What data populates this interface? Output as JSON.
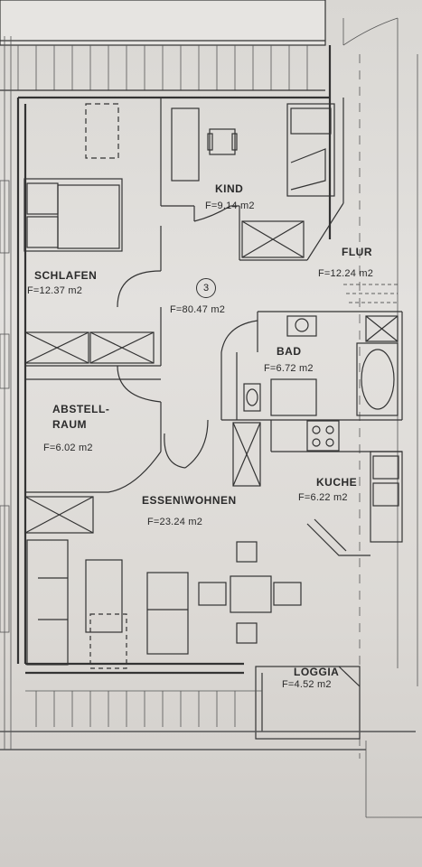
{
  "unit_number": "3",
  "total_area": "F=80.47 m2",
  "rooms": {
    "kind": {
      "name": "KIND",
      "area": "F=9.14 m2"
    },
    "schlafen": {
      "name": "SCHLAFEN",
      "area": "F=12.37 m2"
    },
    "flur": {
      "name": "FLUR",
      "area": "F=12.24 m2"
    },
    "bad": {
      "name": "BAD",
      "area": "F=6.72 m2"
    },
    "abstell_line1": "ABSTELL-",
    "abstell_line2": "RAUM",
    "abstell_area": "F=6.02 m2",
    "kueche": {
      "name": "KUCHE",
      "area": "F=6.22 m2"
    },
    "essen": {
      "name": "ESSEN\\WOHNEN",
      "area": "F=23.24 m2"
    },
    "loggia": {
      "name": "LOGGIA",
      "area": "F=4.52 m2"
    }
  },
  "colors": {
    "paper": "#dcd9d5",
    "ink": "#2a2a2a",
    "wall_fill": "#ffffff"
  }
}
